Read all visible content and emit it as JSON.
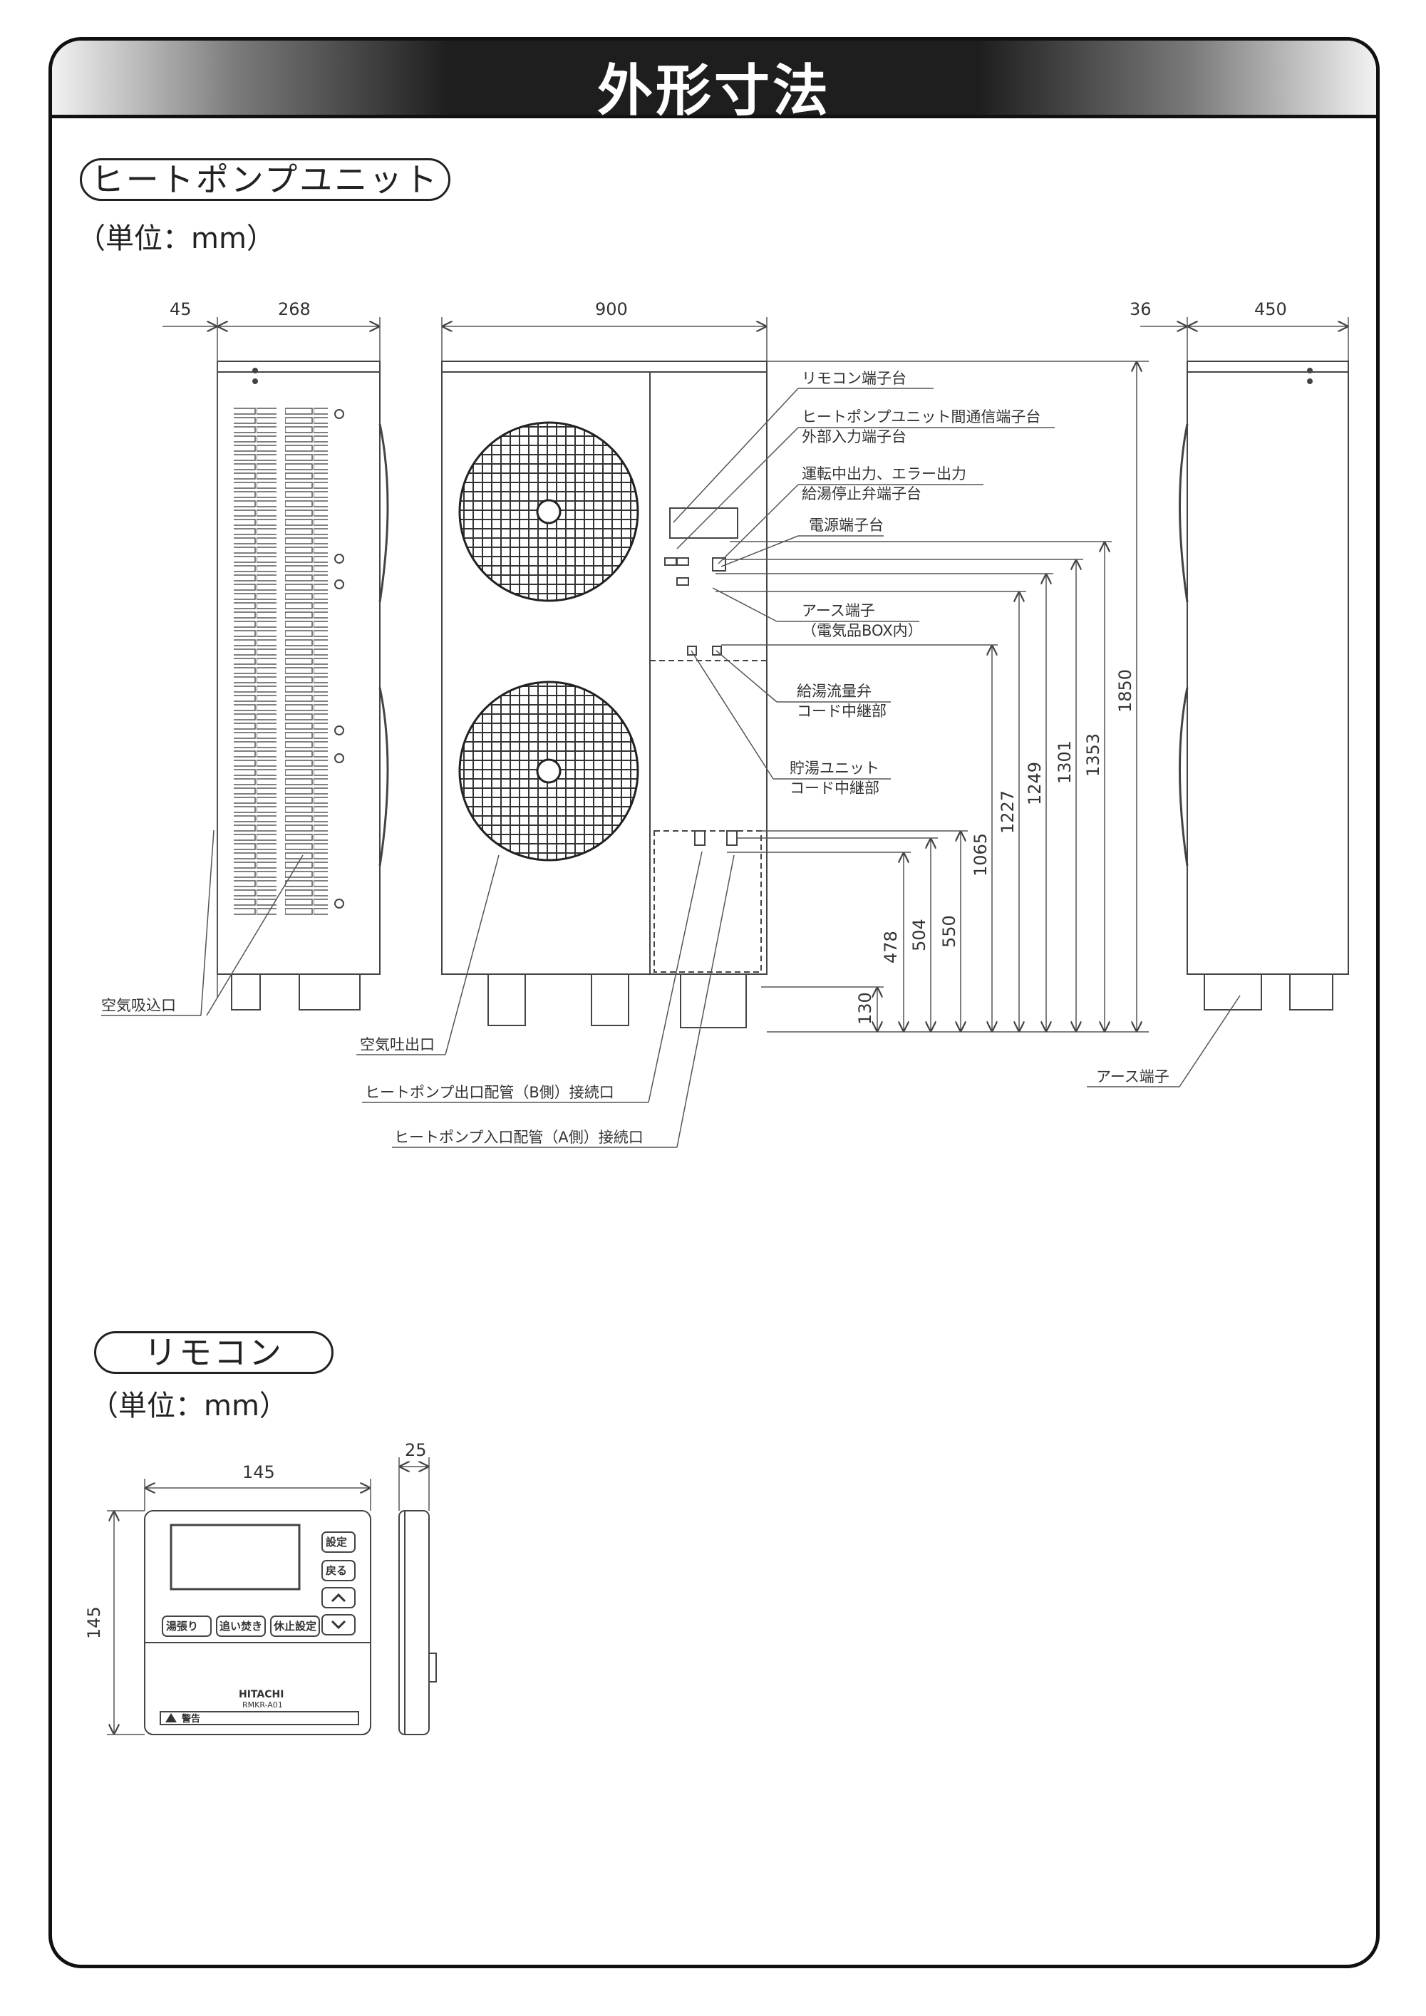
{
  "page_title": "外形寸法",
  "heatpump": {
    "heading": "ヒートポンプユニット",
    "unit_note": "（単位：mm）",
    "dims": {
      "side_left_gap": "45",
      "side_width": "268",
      "front_width": "900",
      "right_gap": "36",
      "right_width": "450",
      "h130": "130",
      "h478": "478",
      "h504": "504",
      "h550": "550",
      "h1065": "1065",
      "h1227": "1227",
      "h1249": "1249",
      "h1301": "1301",
      "h1353": "1353",
      "h1850": "1850"
    },
    "labels": {
      "remocon_terminal": "リモコン端子台",
      "comm_terminal": "ヒートポンプユニット間通信端子台",
      "ext_input_terminal": "外部入力端子台",
      "run_error_output": "運転中出力、エラー出力",
      "valve_terminal": "給湯停止弁端子台",
      "power_terminal": "電源端子台",
      "earth_terminal_box": "アース端子",
      "earth_box_note": "（電気品BOX内）",
      "flow_valve": "給湯流量弁",
      "flow_valve_relay": "コード中継部",
      "tank_unit": "貯湯ユニット",
      "tank_unit_relay": "コード中継部",
      "air_intake": "空気吸込口",
      "air_outlet": "空気吐出口",
      "pipe_out": "ヒートポンプ出口配管（B側）接続口",
      "pipe_in": "ヒートポンプ入口配管（A側）接続口",
      "earth_terminal": "アース端子"
    }
  },
  "remocon": {
    "heading": "リモコン",
    "unit_note": "（単位：mm）",
    "dims": {
      "width": "145",
      "height": "145",
      "depth": "25"
    },
    "buttons": {
      "setting": "設定",
      "back": "戻る",
      "hot_water": "湯張り",
      "reheat": "追い焚き",
      "pause": "休止設定"
    },
    "brand": "HITACHI",
    "model": "RMKR-A01",
    "warning": "警告"
  }
}
